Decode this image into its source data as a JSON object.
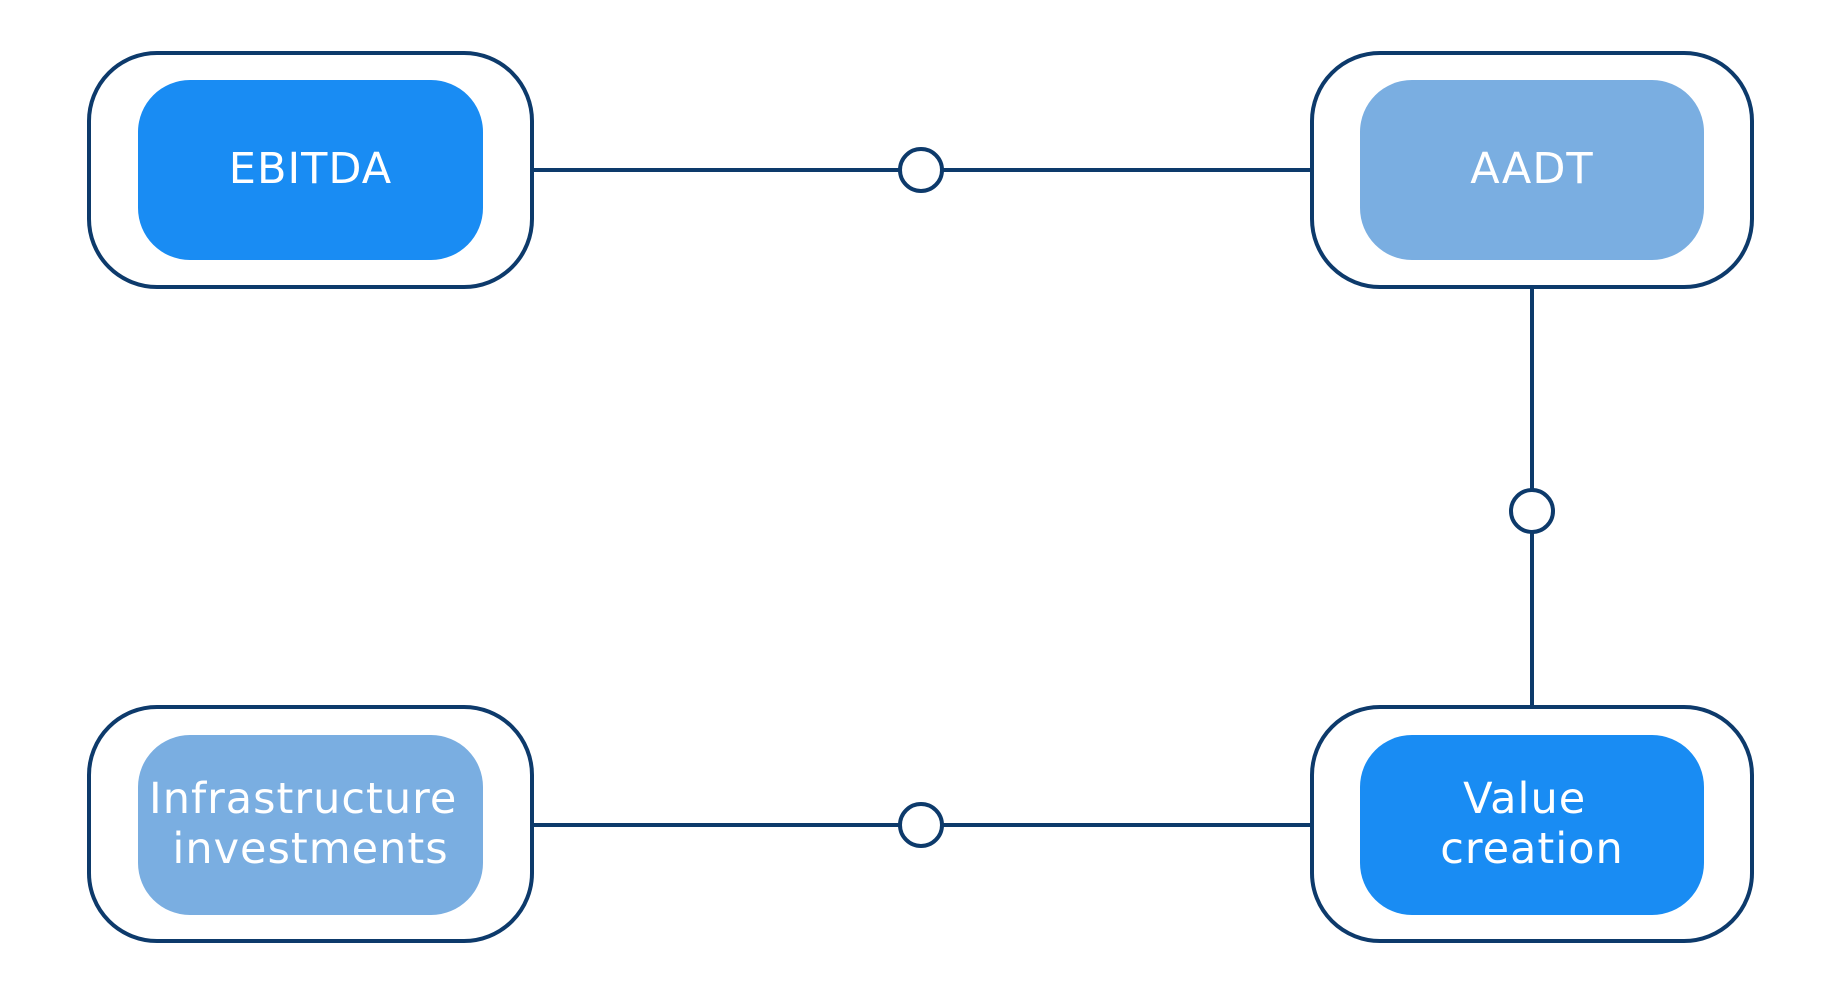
{
  "colors": {
    "background": "#ffffff",
    "outline": "#0d3a6b",
    "bright_blue": "#198cf3",
    "light_blue": "#7aaee1",
    "label_text": "#ffffff"
  },
  "nodes": [
    {
      "id": "ebitda",
      "lines": [
        "EBITDA"
      ],
      "fill": "bright_blue"
    },
    {
      "id": "aadt",
      "lines": [
        "AADT"
      ],
      "fill": "light_blue"
    },
    {
      "id": "infrastructure-investments",
      "lines": [
        "Infrastructure",
        "investments"
      ],
      "fill": "light_blue"
    },
    {
      "id": "value-creation",
      "lines": [
        "Value",
        "creation"
      ],
      "fill": "bright_blue"
    }
  ],
  "connections": [
    {
      "from": "ebitda",
      "to": "aadt"
    },
    {
      "from": "aadt",
      "to": "value-creation"
    },
    {
      "from": "infrastructure-investments",
      "to": "value-creation"
    }
  ]
}
